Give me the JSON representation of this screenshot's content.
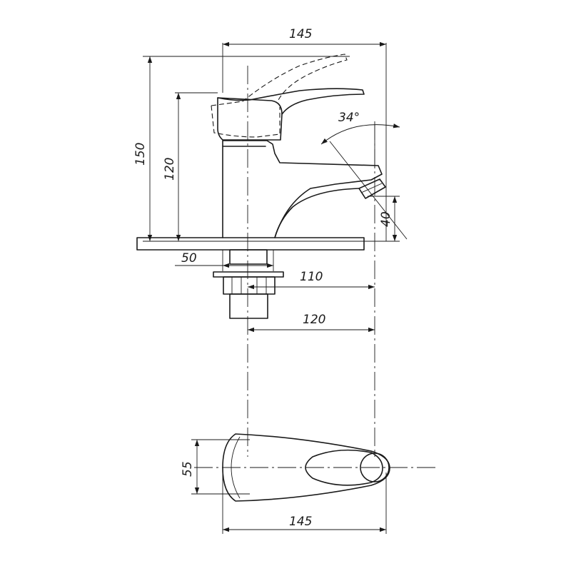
{
  "dimensions": {
    "top_width": "145",
    "overall_height": "150",
    "lever_height": "120",
    "lever_angle": "34°",
    "spout_height": "40",
    "shank_width": "50",
    "spout_reach_base": "110",
    "spout_reach": "120",
    "plan_width": "55",
    "plan_length": "145"
  },
  "colors": {
    "line": "#1a1a1a",
    "background": "#ffffff"
  }
}
